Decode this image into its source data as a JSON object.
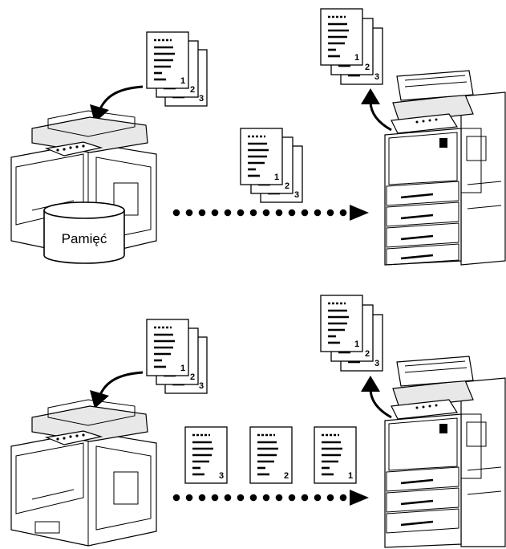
{
  "memory_label": "Pamięć",
  "stack_numbers": [
    "1",
    "2",
    "3"
  ],
  "separate_page_numbers": [
    "3",
    "2",
    "1"
  ]
}
